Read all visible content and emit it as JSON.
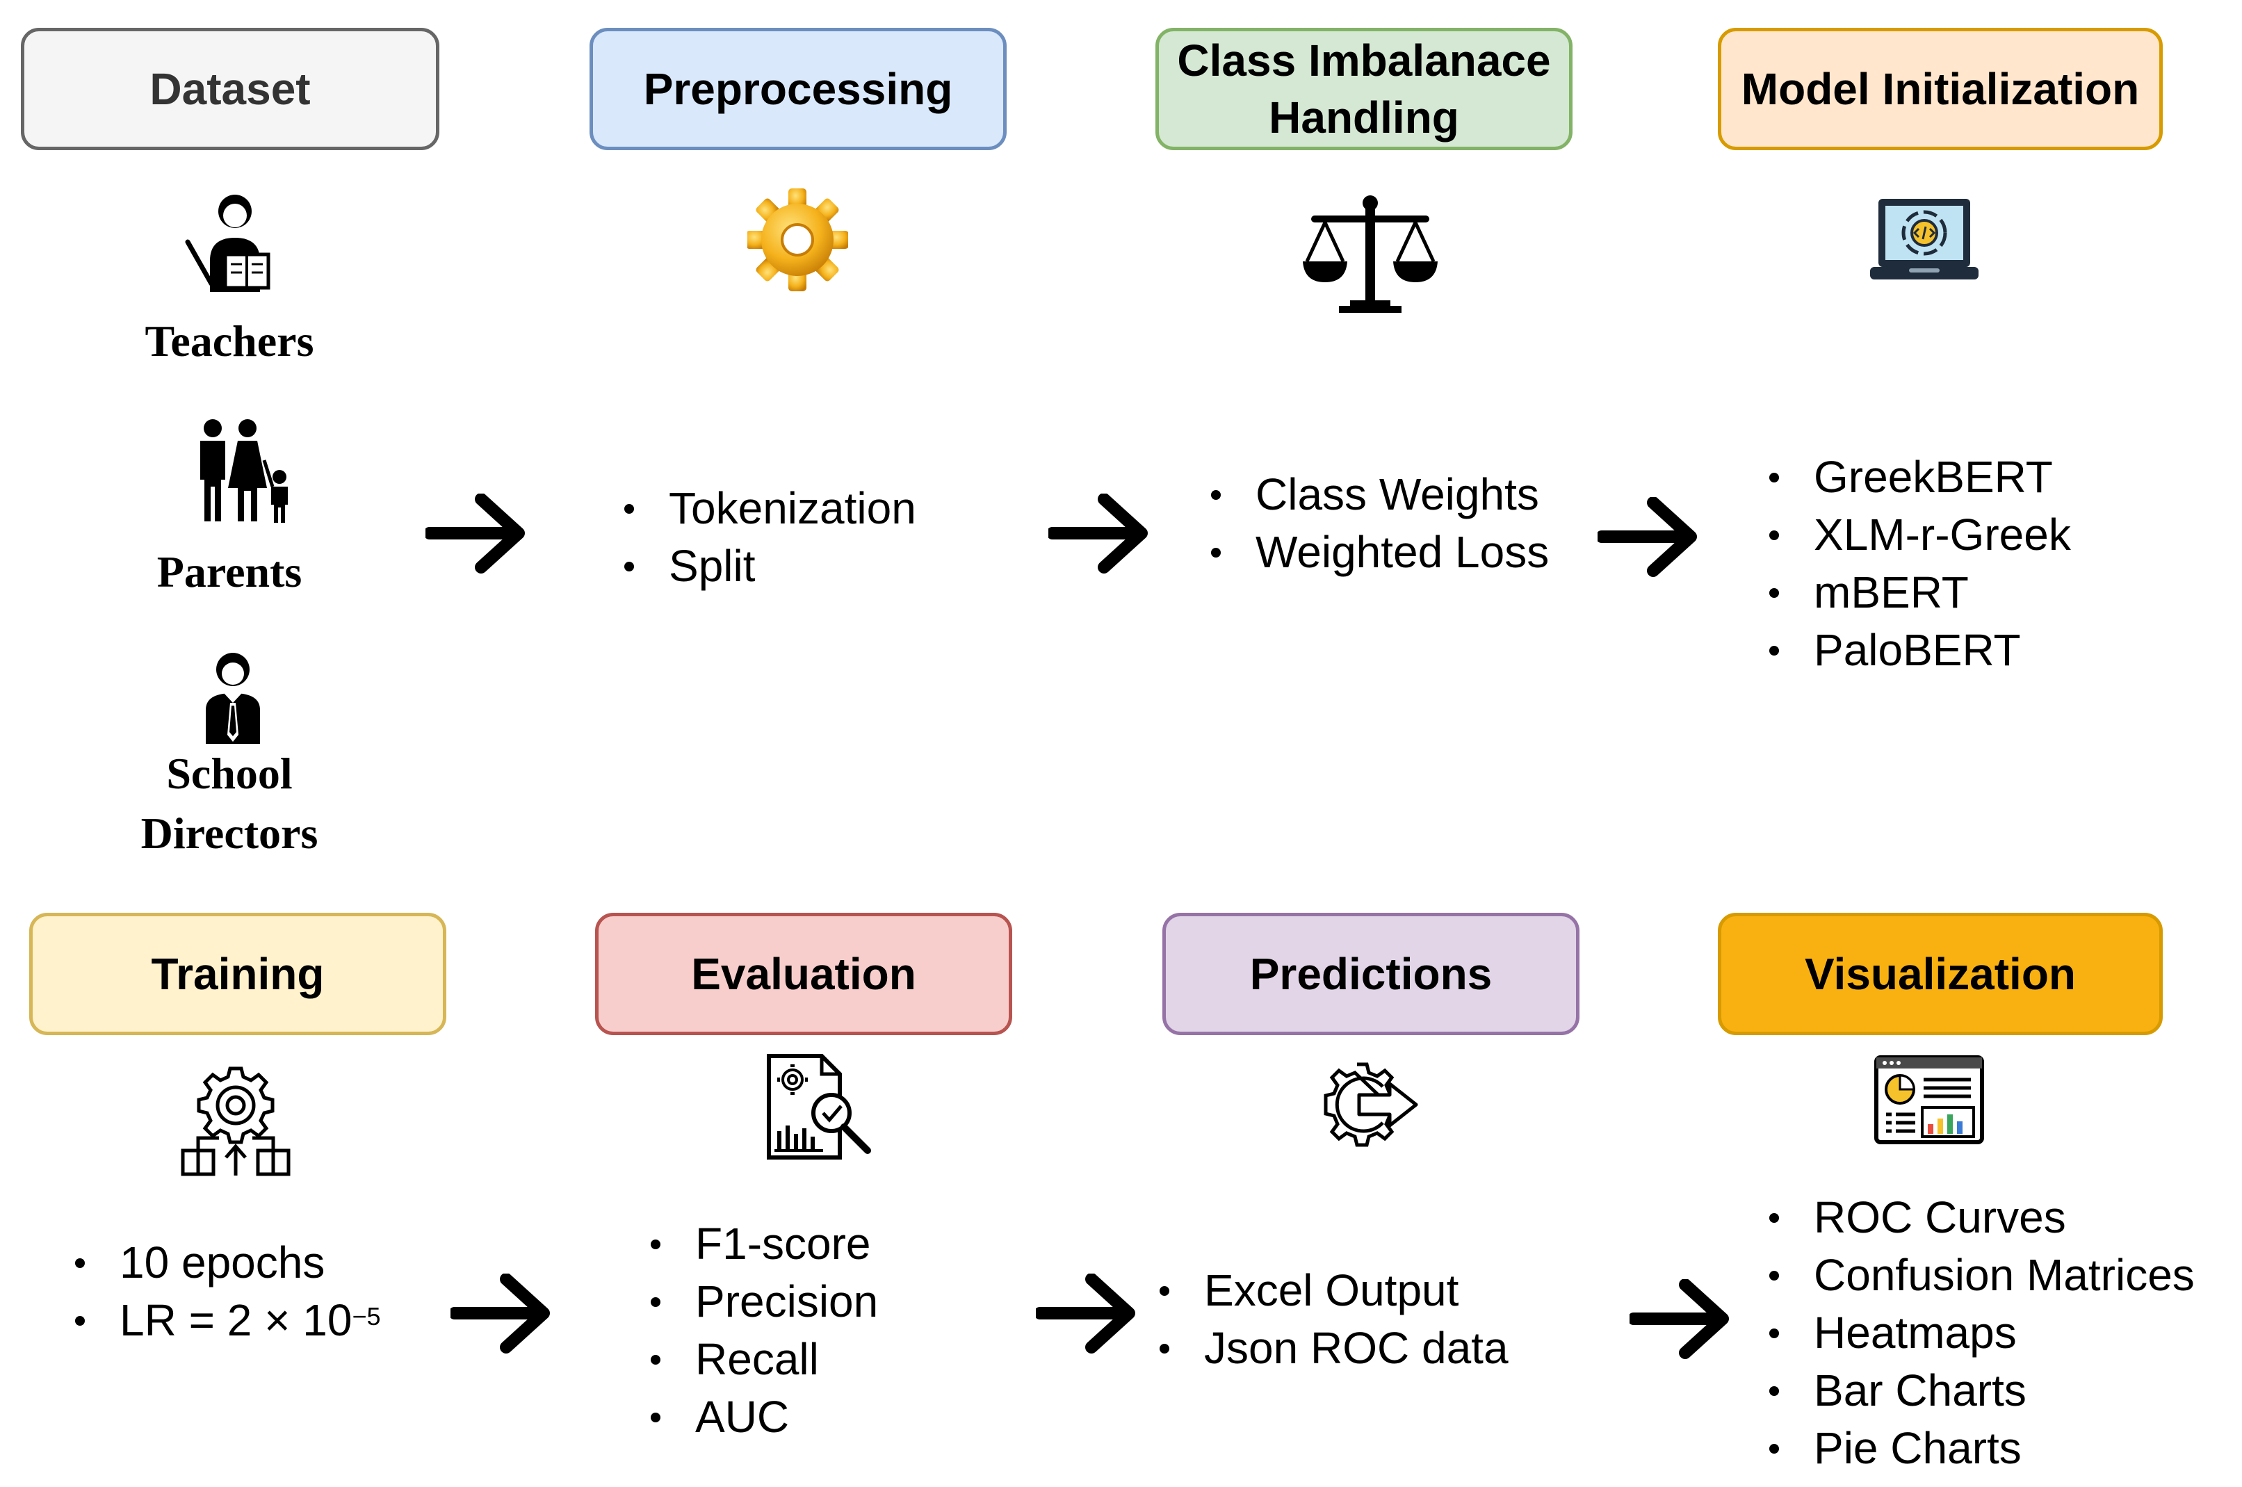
{
  "stages": {
    "dataset": {
      "title": "Dataset",
      "bg": "#f5f5f5",
      "border": "#666666"
    },
    "preprocessing": {
      "title": "Preprocessing",
      "bg": "#dae8fc",
      "border": "#6c8ebf"
    },
    "class_imbalance": {
      "title": "Class Imbalanace Handling",
      "bg": "#d5e8d4",
      "border": "#82b366"
    },
    "model_init": {
      "title": "Model Initialization",
      "bg": "#ffe6cc",
      "border": "#d79b00"
    },
    "training": {
      "title": "Training",
      "bg": "#fff2cc",
      "border": "#d6b656"
    },
    "evaluation": {
      "title": "Evaluation",
      "bg": "#f8cecc",
      "border": "#b85450"
    },
    "predictions": {
      "title": "Predictions",
      "bg": "#e1d5e7",
      "border": "#9673a6"
    },
    "visualization": {
      "title": "Visualization",
      "bg": "#f9b112",
      "border": "#d79b00"
    }
  },
  "dataset_sources": [
    "Teachers",
    "Parents",
    "School Directors"
  ],
  "preprocessing_steps": [
    "Tokenization",
    "Split"
  ],
  "imbalance_methods": [
    "Class Weights",
    "Weighted Loss"
  ],
  "models": [
    "GreekBERT",
    "XLM-r-Greek",
    "mBERT",
    "PaloBERT"
  ],
  "training_params": {
    "epochs": "10 epochs",
    "lr_prefix": "LR = 2 × 10",
    "lr_exponent": "−5"
  },
  "metrics": [
    "F1-score",
    "Precision",
    "Recall",
    "AUC"
  ],
  "outputs": [
    "Excel Output",
    "Json ROC data"
  ],
  "visuals": [
    "ROC Curves",
    "Confusion Matrices",
    "Heatmaps",
    "Bar Charts",
    "Pie Charts"
  ],
  "icons": {
    "teachers": "teacher-icon",
    "parents": "family-icon",
    "directors": "school-director-icon",
    "preprocessing": "gear-icon",
    "imbalance": "balance-scale-icon",
    "model": "laptop-code-icon",
    "training": "training-gear-icon",
    "evaluation": "report-analysis-icon",
    "predictions": "gear-export-icon",
    "visualization": "dashboard-icon"
  }
}
